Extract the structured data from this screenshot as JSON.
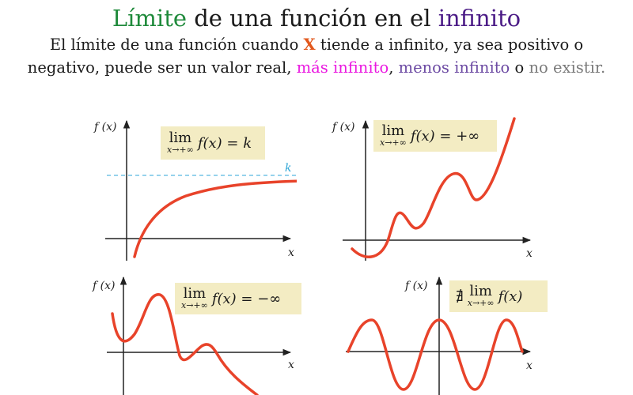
{
  "title": {
    "word1": "Límite",
    "middle": " de una función en el ",
    "word2": "infinito"
  },
  "intro": {
    "p1": "El límite de una función cuando ",
    "var": "X",
    "p2": " tiende a infinito, ya sea positivo o negativo, puede ser un valor real, ",
    "plus": "más infinito",
    "comma": ", ",
    "minus": "menos infinito",
    "p3": " o ",
    "none": "no existir."
  },
  "panels": [
    {
      "y_label": "f (x)",
      "x_label": "x",
      "lim": "lim",
      "sub": "x→+∞",
      "expr": "f(x) = k",
      "asymptote_label": "k"
    },
    {
      "y_label": "f (x)",
      "x_label": "x",
      "lim": "lim",
      "sub": "x→+∞",
      "expr": "f(x) = +∞"
    },
    {
      "y_label": "f (x)",
      "x_label": "x",
      "lim": "lim",
      "sub": "x→+∞",
      "expr": "f(x) = −∞"
    },
    {
      "y_label": "f (x)",
      "x_label": "x",
      "prefix": "∄",
      "lim": "lim",
      "sub": "x→+∞",
      "expr": "f(x)"
    }
  ],
  "colors": {
    "curve": "#e8432a",
    "asymptote": "#58b7e0",
    "box": "#f3ecc3",
    "green": "#1f8a3b",
    "purple": "#4b1b86",
    "orange": "#e2571b",
    "magenta": "#ea19e0",
    "violet": "#6c4aa3",
    "gray": "#7a7a7a"
  }
}
